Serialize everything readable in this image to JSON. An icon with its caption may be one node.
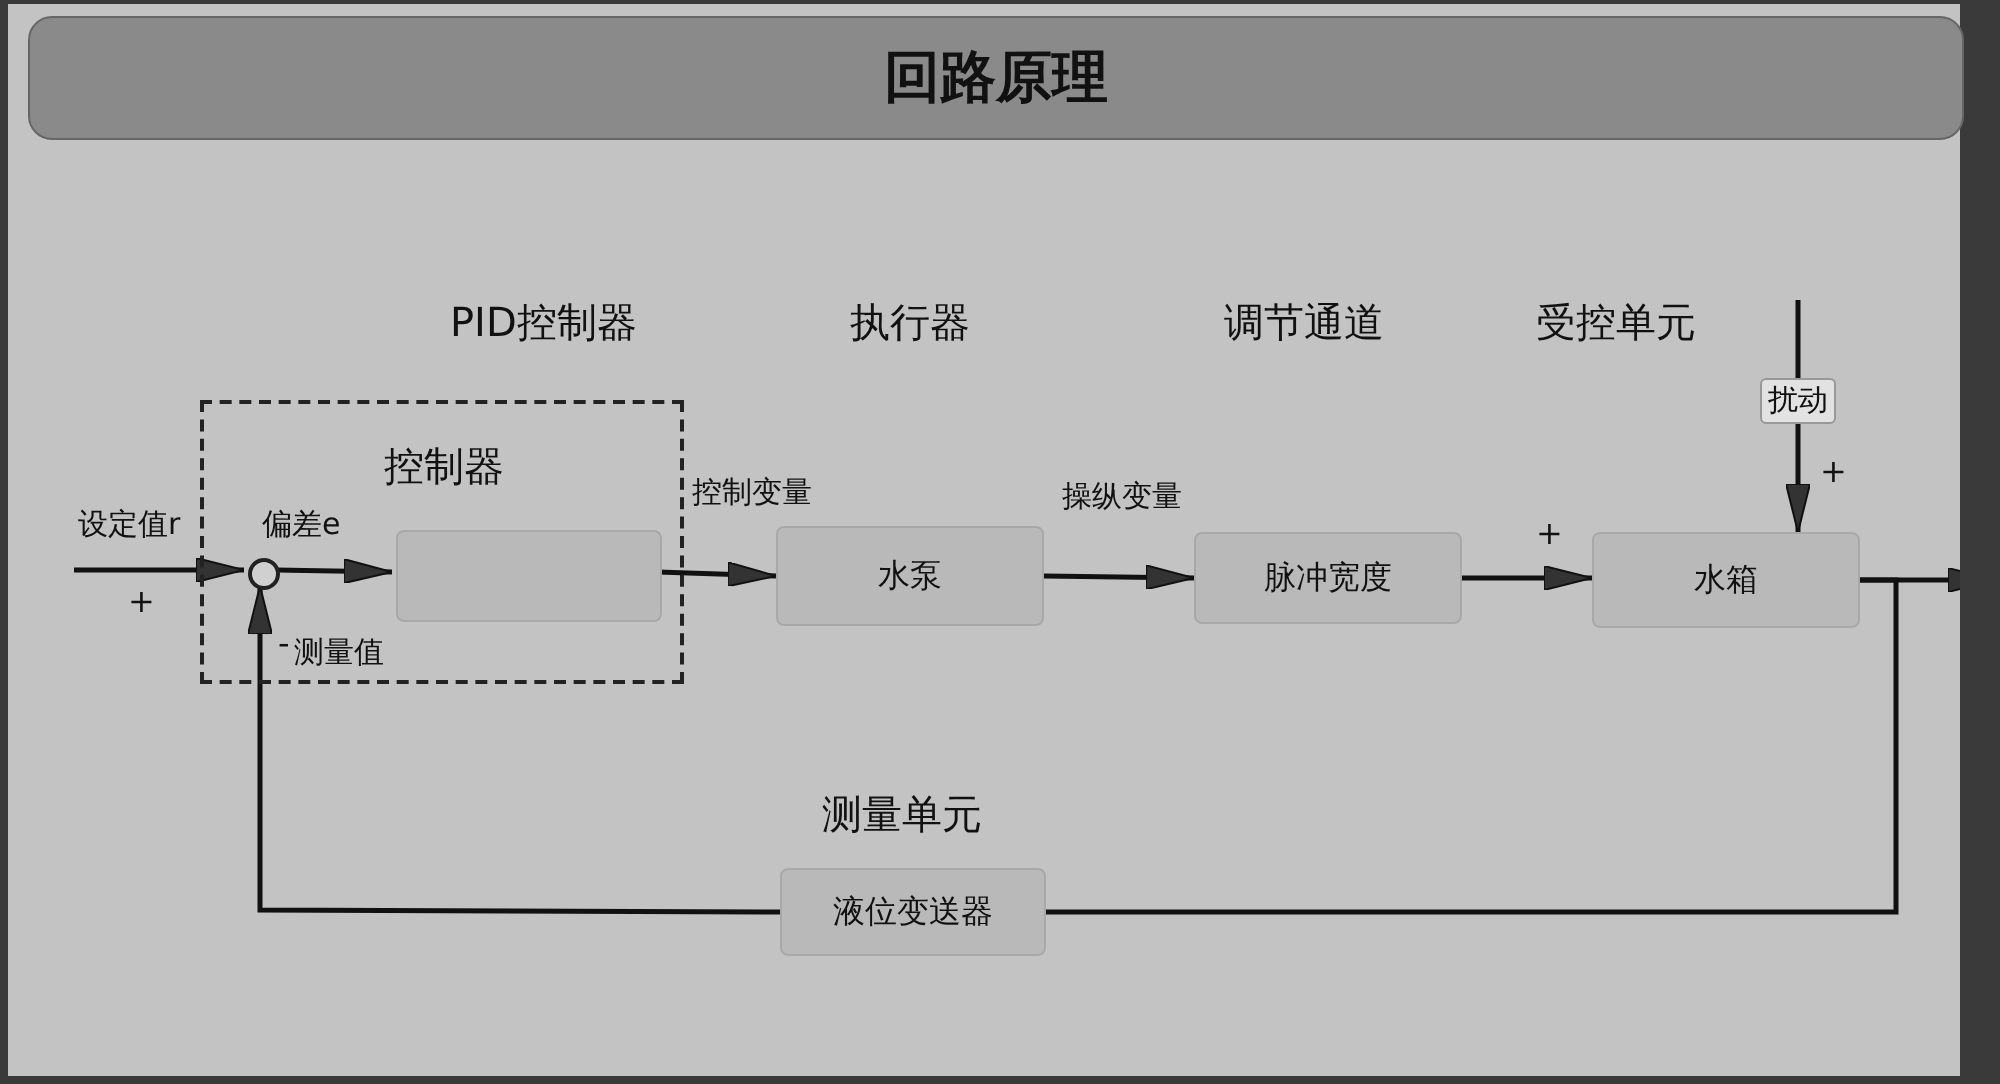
{
  "diagram": {
    "title": "回路原理",
    "nodes": [
      {
        "text": [
          "控制器"
        ]
      },
      {
        "text": [],
        "shape": "circle",
        "in": 0
      },
      {
        "text": [],
        "shape": "box",
        "in": 0
      },
      {
        "text": [
          "水泵"
        ]
      },
      {
        "text": [
          "脉冲宽度"
        ]
      },
      {
        "text": [
          "水箱"
        ]
      },
      {
        "text": [
          "液位变送器"
        ]
      }
    ],
    "edges": [
      {
        "from": null,
        "to": 1,
        "arrow": "to",
        "label": "设定值r"
      },
      {
        "from": 1,
        "to": 2,
        "arrow": "to",
        "label": "偏差e"
      },
      {
        "from": 2,
        "to": 3,
        "arrow": "to",
        "label": "控制变量"
      },
      {
        "from": 3,
        "to": 4,
        "arrow": "to",
        "label": "操纵变量"
      },
      {
        "from": 4,
        "to": 5,
        "arrow": "to"
      },
      {
        "from": null,
        "to": 5,
        "arrow": "to",
        "label": "扰动"
      },
      {
        "from": 5,
        "to": null,
        "arrow": "to"
      },
      {
        "from": 5,
        "to": 6,
        "arrow": "none"
      },
      {
        "from": 6,
        "to": 1,
        "arrow": "to",
        "label": "测量值"
      }
    ],
    "labels": [
      "PID控制器",
      "执行器",
      "调节通道",
      "受控单元",
      "+",
      "-",
      "+",
      "+",
      "测量单元"
    ]
  }
}
